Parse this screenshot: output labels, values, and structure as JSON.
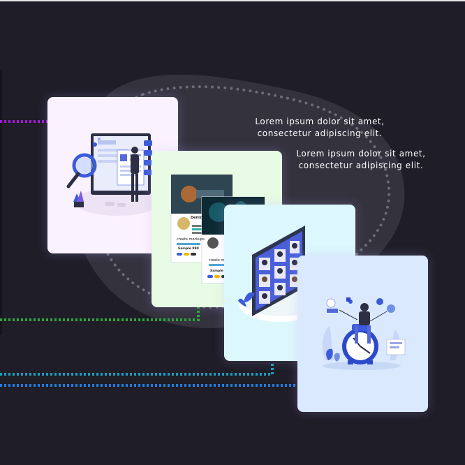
{
  "captions": [
    {
      "line1": "Lorem ipsum dolor sit amet,",
      "line2": "consectetur adipiscing elit."
    },
    {
      "line1": "Lorem ipsum dolor sit amet,",
      "line2": "consectetur adipiscing elit."
    }
  ],
  "cards": {
    "search": {
      "color": "#fbf2ff"
    },
    "mockup": {
      "color": "#e8fbe4",
      "screen_a": {
        "title": "Deniz",
        "action": "create mockups",
        "sample": "Sample 990"
      },
      "screen_b": {
        "action": "create mo",
        "sample": "Sample"
      }
    },
    "video": {
      "color": "#dcf8fc"
    },
    "clock": {
      "color": "#dbe9ff"
    }
  },
  "colors": {
    "background": "#1f1d27",
    "blob": "#34323d",
    "line_purple": "#a21ad8",
    "line_green": "#2ba83a",
    "line_cyan": "#1b9fbf",
    "line_blue": "#1f7fe0",
    "accent_blue": "#3b5bdb"
  }
}
